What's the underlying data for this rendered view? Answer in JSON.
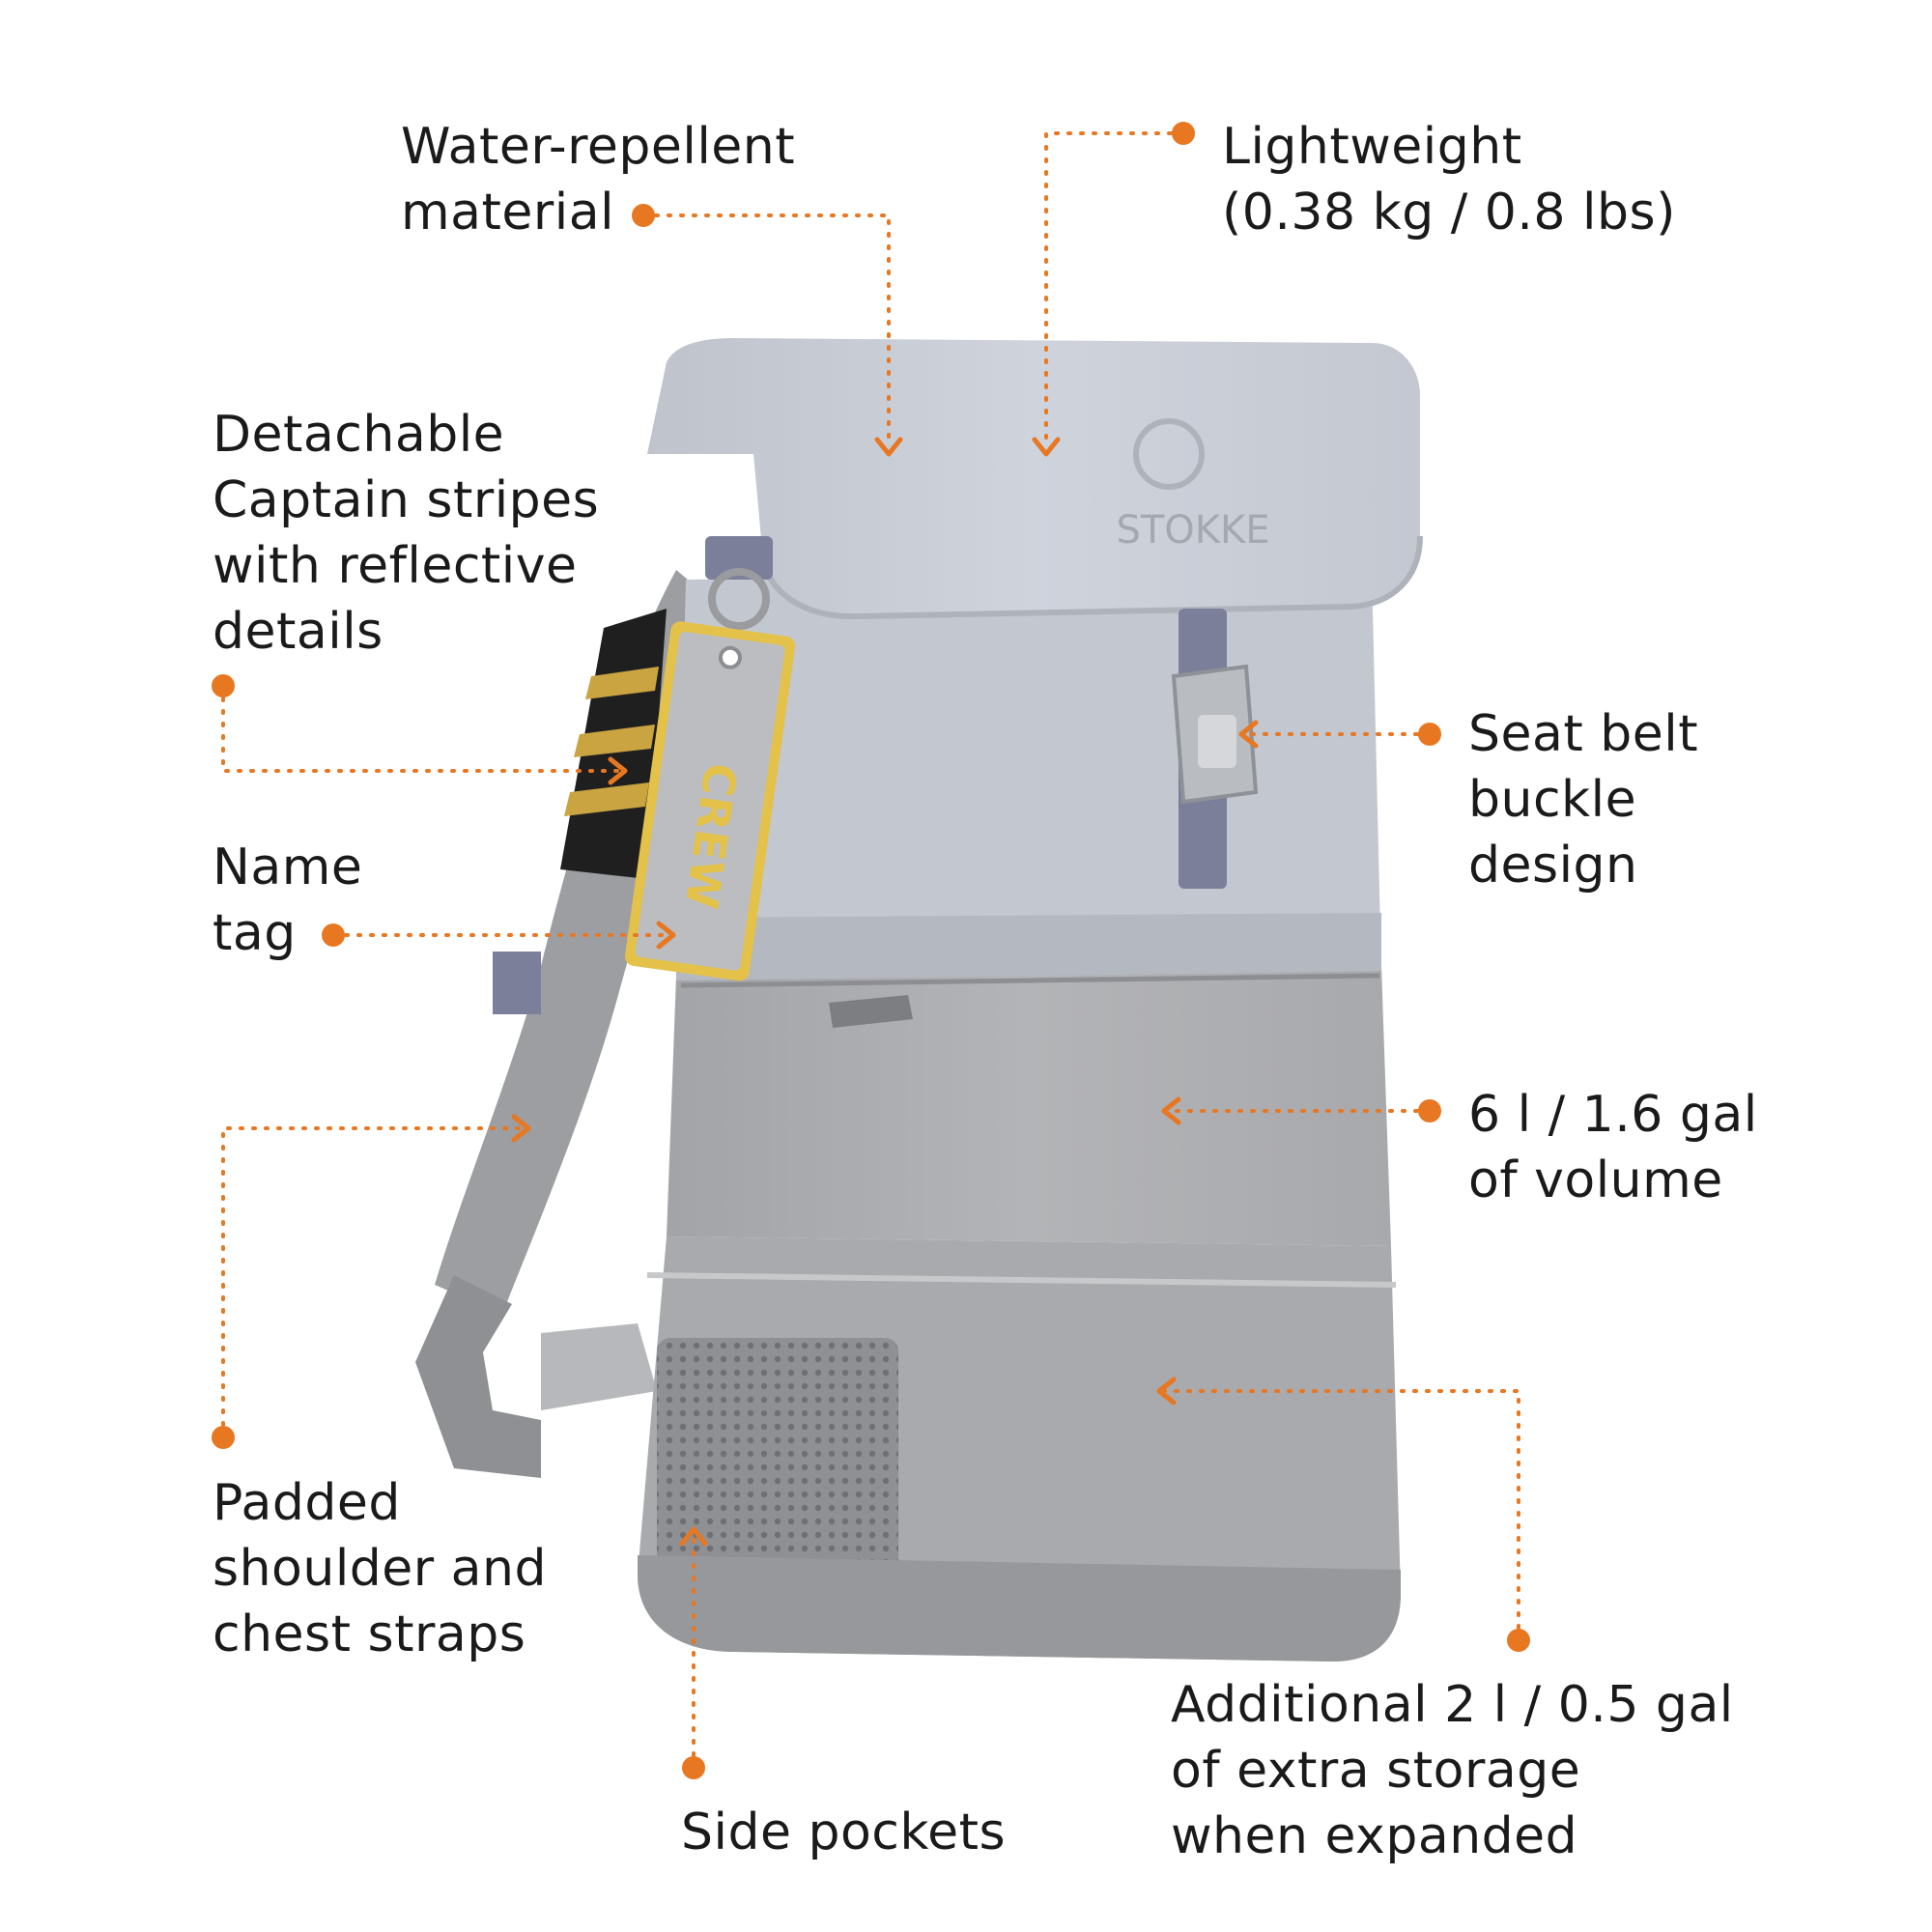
{
  "colors": {
    "accent": "#E87722",
    "text": "#1a1a1a",
    "flap": "#C9CDD6",
    "body_lower": "#AFB0B2",
    "strap": "#9C9EA2",
    "tag_yellow": "#E4C24A"
  },
  "brand": {
    "logo_text": "STOKKE",
    "tag_text": "CREW"
  },
  "callouts": [
    {
      "id": "water-repellent",
      "text": "Water-repellent\nmaterial"
    },
    {
      "id": "lightweight",
      "text": "Lightweight\n(0.38 kg / 0.8 lbs)"
    },
    {
      "id": "captain-stripes",
      "text": "Detachable\nCaptain stripes\nwith reflective\ndetails"
    },
    {
      "id": "seat-belt",
      "text": "Seat belt\nbuckle\ndesign"
    },
    {
      "id": "name-tag",
      "text": "Name\ntag"
    },
    {
      "id": "volume",
      "text": "6 l / 1.6 gal\nof volume"
    },
    {
      "id": "padded-straps",
      "text": "Padded\nshoulder and\nchest straps"
    },
    {
      "id": "side-pockets",
      "text": "Side pockets"
    },
    {
      "id": "extra-storage",
      "text": "Additional 2 l / 0.5 gal\nof extra storage\nwhen expanded"
    }
  ]
}
